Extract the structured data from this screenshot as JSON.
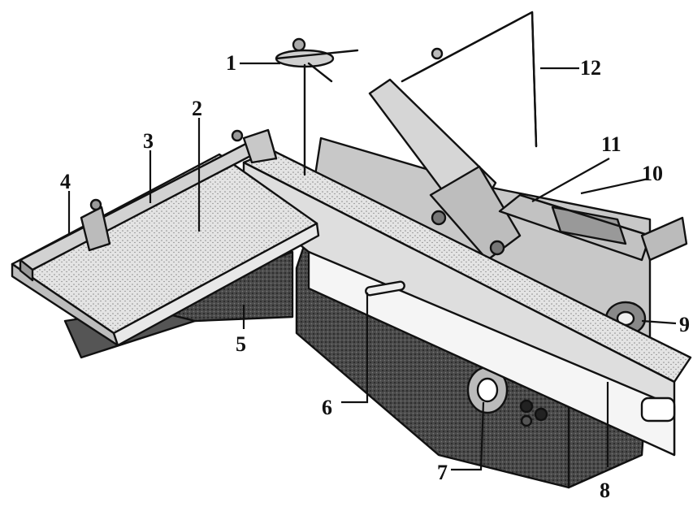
{
  "figure": {
    "palette": {
      "ink": "#111111",
      "paper": "#ffffff",
      "light": "#e9e9e9",
      "mid": "#cfcfcf",
      "dark": "#3a3a3a",
      "darker": "#1e1e1e"
    },
    "callouts": [
      {
        "id": "1",
        "label": "1"
      },
      {
        "id": "2",
        "label": "2"
      },
      {
        "id": "3",
        "label": "3"
      },
      {
        "id": "4",
        "label": "4"
      },
      {
        "id": "5",
        "label": "5"
      },
      {
        "id": "6",
        "label": "6"
      },
      {
        "id": "7",
        "label": "7"
      },
      {
        "id": "8",
        "label": "8"
      },
      {
        "id": "9",
        "label": "9"
      },
      {
        "id": "10",
        "label": "10"
      },
      {
        "id": "11",
        "label": "11"
      },
      {
        "id": "12",
        "label": "12"
      }
    ]
  }
}
